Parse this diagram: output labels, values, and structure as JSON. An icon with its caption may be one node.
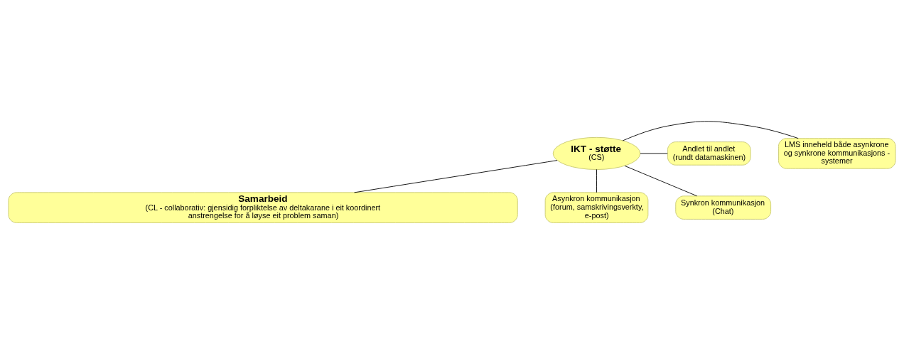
{
  "diagram": {
    "nodes": [
      {
        "text": [
          "Samarbeid",
          "(CL - collaborativ: gjensidig forpliktelse av deltakarane i eit koordinert anstrengelse for å løyse eit problem saman)"
        ]
      },
      {
        "text": [
          "IKT - støtte",
          "(CS)"
        ]
      },
      {
        "text": [
          "LMS inneheld både asynkrone og synkrone kommunikasjons - systemer"
        ]
      },
      {
        "text": [
          "Andlet til andlet",
          "(rundt datamaskinen)"
        ]
      },
      {
        "text": [
          "Asynkron kommunikasjon",
          "(forum, samskrivingsverkty, e-post)"
        ]
      },
      {
        "text": [
          "Synkron kommunikasjon",
          "(Chat)"
        ]
      }
    ],
    "edges": [
      {
        "from": 1,
        "to": 0,
        "arrow": "none"
      },
      {
        "from": 1,
        "to": 2,
        "arrow": "none"
      },
      {
        "from": 1,
        "to": 3,
        "arrow": "none"
      },
      {
        "from": 1,
        "to": 4,
        "arrow": "none"
      },
      {
        "from": 1,
        "to": 5,
        "arrow": "none"
      }
    ]
  }
}
